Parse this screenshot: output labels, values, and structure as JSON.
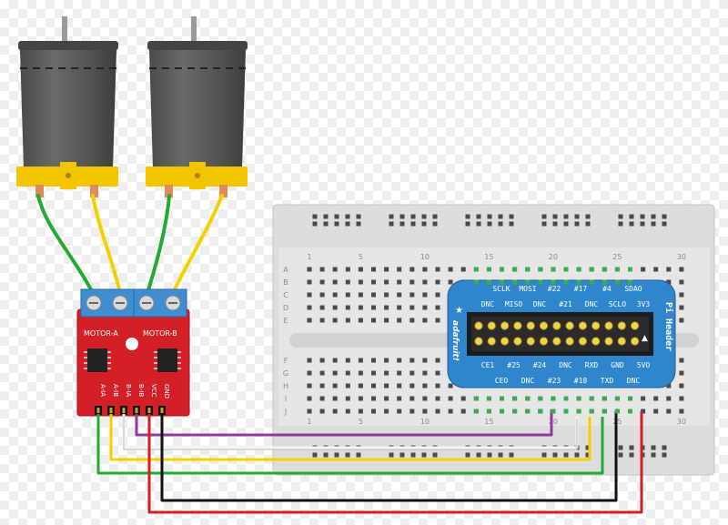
{
  "motor_driver": {
    "motor_a_label": "MOTOR-A",
    "motor_b_label": "MOTOR-B",
    "pins": [
      "A-IA",
      "A-IB",
      "B-IA",
      "B-IB",
      "VCC",
      "GND"
    ]
  },
  "breadboard": {
    "column_numbers": [
      "1",
      "5",
      "10",
      "15",
      "20",
      "25",
      "30"
    ],
    "row_letters_top": [
      "A",
      "B",
      "C",
      "D",
      "E"
    ],
    "row_letters_bottom": [
      "F",
      "G",
      "H",
      "I",
      "J"
    ]
  },
  "pi_header": {
    "title": "Pi Header",
    "brand": "adafruit!",
    "arrow": "▲",
    "top_row1": [
      "SCLK",
      "MOSI",
      "#22",
      "#17",
      "#4",
      "SDAO"
    ],
    "top_row2": [
      "DNC",
      "MISO",
      "DNC",
      "#21",
      "DNC",
      "SCLO",
      "3V3"
    ],
    "bottom_row1": [
      "CE1",
      "#25",
      "#24",
      "DNC",
      "RXD",
      "GND",
      "5VO"
    ],
    "bottom_row2": [
      "CEO",
      "DNC",
      "#23",
      "#18",
      "TXD",
      "DNC"
    ]
  },
  "colors": {
    "wire_green": "#22aa33",
    "wire_yellow": "#f5d000",
    "wire_white": "#f4f4f4",
    "wire_purple": "#8e3b9c",
    "wire_red": "#d22020",
    "wire_black": "#111111",
    "board_red": "#d32027",
    "terminal_blue": "#3f8ed2",
    "header_blue": "#2f86cc",
    "motor_body": "#5a5a5a",
    "motor_collar": "#f3c400"
  }
}
